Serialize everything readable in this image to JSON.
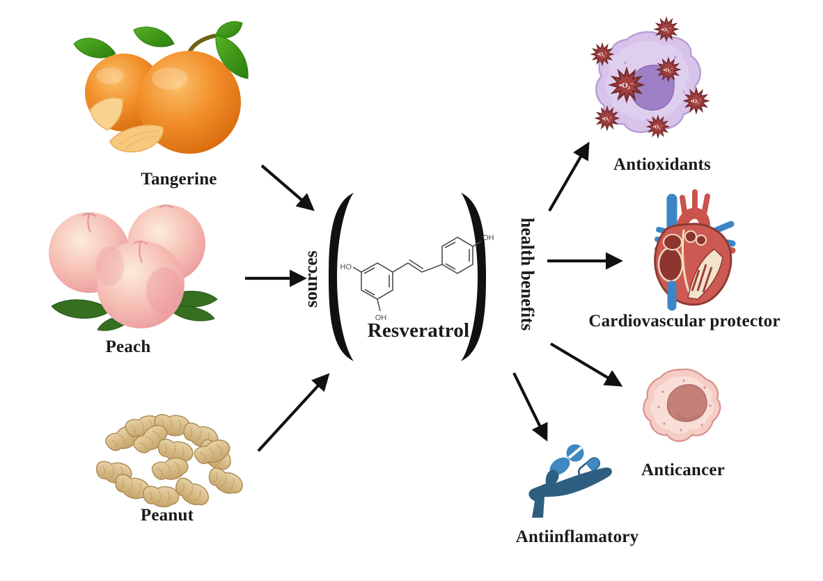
{
  "figure": {
    "compound_name": "Resveratrol",
    "atom_labels": {
      "ho": "HO",
      "oh_bottom": "OH",
      "oh_right": "OH"
    },
    "left_group_label": "sources",
    "right_group_label": "health benefits"
  },
  "sources": [
    {
      "name": "Tangerine",
      "icon": "tangerine-photo"
    },
    {
      "name": "Peach",
      "icon": "peach-photo"
    },
    {
      "name": "Peanut",
      "icon": "peanut-photo"
    }
  ],
  "benefits": [
    {
      "name": "Antioxidants",
      "icon": "superoxide-cell-illustration",
      "radical_label": "•O₂⁻"
    },
    {
      "name": "Cardiovascular protector",
      "icon": "anatomical-heart-illustration"
    },
    {
      "name": "Anticancer",
      "icon": "cancer-cell-illustration"
    },
    {
      "name": "Antiinflamatory",
      "icon": "hand-with-pills-illustration"
    }
  ],
  "colors": {
    "arrow": "#111111",
    "label_text": "#1a1a1a",
    "structure_stroke": "#4d4d4d",
    "superoxide_star": "#a34040",
    "cell_body_purple": "#d8c4ea",
    "cell_nucleus_purple": "#9f80c6",
    "heart_red": "#cd5a52",
    "vessel_blue": "#3d85c6",
    "cancer_cell_pink": "#f6cdc6",
    "cancer_nucleus": "#c5807a",
    "hand_blue": "#2e5f80",
    "pill_blue": "#3f88c1"
  }
}
